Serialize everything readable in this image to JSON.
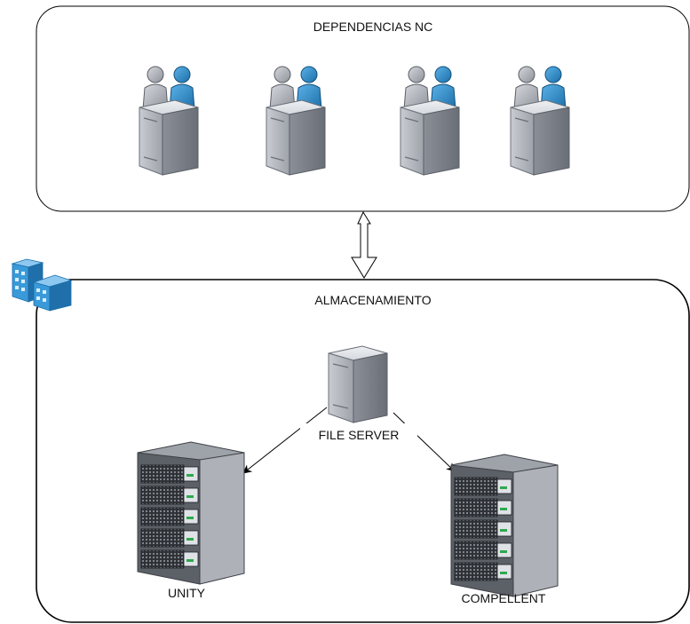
{
  "top_container": {
    "title": "DEPENDENCIAS NC",
    "workstations": [
      {
        "icon": "users-server-icon"
      },
      {
        "icon": "users-server-icon"
      },
      {
        "icon": "users-server-icon"
      },
      {
        "icon": "users-server-icon"
      }
    ]
  },
  "connector": {
    "icon": "bidirectional-hollow-arrow",
    "direction": "both"
  },
  "bottom_container": {
    "title": "ALMACENAMIENTO",
    "badge_icon": "office-buildings-icon",
    "nodes": {
      "file_server": {
        "label": "FILE SERVER",
        "icon": "server-tower-icon"
      },
      "unity": {
        "label": "UNITY",
        "icon": "storage-rack-icon"
      },
      "compellent": {
        "label": "COMPELLENT",
        "icon": "storage-rack-icon"
      }
    },
    "edges": [
      {
        "from": "FILE SERVER",
        "to": "UNITY"
      },
      {
        "from": "FILE SERVER",
        "to": "COMPELLENT"
      }
    ]
  },
  "colors": {
    "container_stroke": "#000000",
    "server_light": "#d5d7dc",
    "server_mid": "#a6a9b1",
    "server_dark": "#6f737c",
    "user_gray": "#b2b5bc",
    "user_blue": "#2b8ecf",
    "rack_body": "#4f535a",
    "building_blue": "#3a9ad9"
  }
}
